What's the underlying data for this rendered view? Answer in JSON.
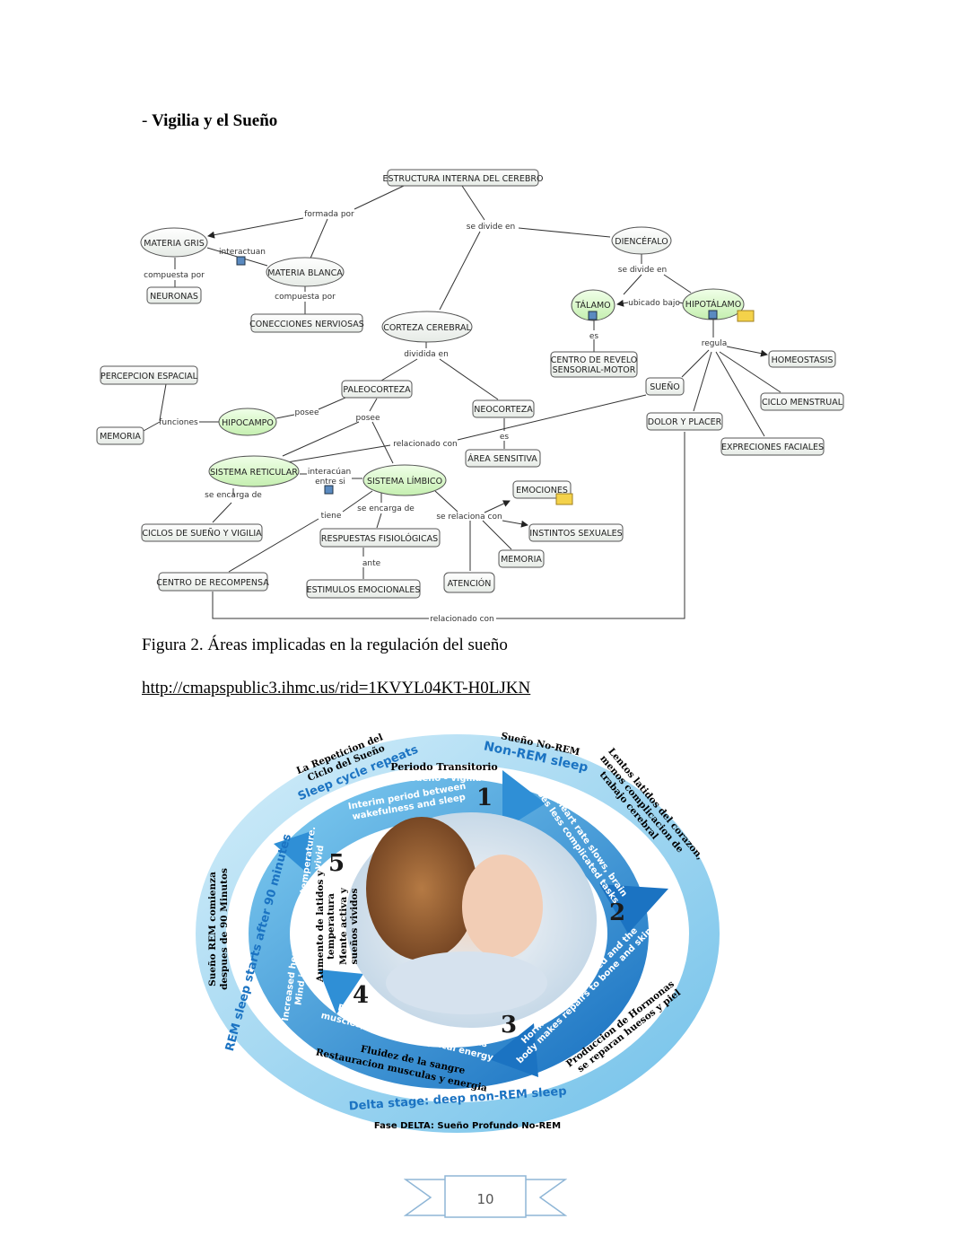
{
  "heading": {
    "dash": "- ",
    "title": "Vigilia y el Sueño"
  },
  "concept_map": {
    "nodes": {
      "estructura": "ESTRUCTURA INTERNA DEL CEREBRO",
      "materia_gris": "MATERIA GRIS",
      "neuronas": "NEURONAS",
      "materia_blanca": "MATERIA BLANCA",
      "conecciones": "CONECCIONES NERVIOSAS",
      "corteza": "CORTEZA CEREBRAL",
      "diencefalo": "DIENCÉFALO",
      "talamo": "TÁLAMO",
      "hipotalamo": "HIPOTÁLAMO",
      "centro_revelo_1": "CENTRO DE REVELO",
      "centro_revelo_2": "SENSORIAL-MOTOR",
      "homeostasis": "HOMEOSTASIS",
      "percepcion": "PERCEPCION ESPACIAL",
      "paleocorteza": "PALEOCORTEZA",
      "neocorteza": "NEOCORTEZA",
      "sueno": "SUEÑO",
      "ciclo_menstrual": "CICLO MENSTRUAL",
      "memoria_left": "MEMORIA",
      "hipocampo": "HIPOCAMPO",
      "dolor": "DOLOR Y PLACER",
      "expreciones": "EXPRECIONES FACIALES",
      "area_sensitiva": "ÁREA SENSITIVA",
      "sistema_reticular": "SISTEMA RETICULAR",
      "sistema_limbico": "SISTEMA LÍMBICO",
      "emociones": "EMOCIONES",
      "ciclos_sueno": "CICLOS DE SUEÑO Y VIGILIA",
      "respuestas": "RESPUESTAS FISIOLÓGICAS",
      "instintos": "INSTINTOS SEXUALES",
      "memoria_right": "MEMORIA",
      "centro_recompensa": "CENTRO DE RECOMPENSA",
      "estimulos": "ESTIMULOS EMOCIONALES",
      "atencion": "ATENCIÓN"
    },
    "links": {
      "formada_por": "formada por",
      "se_divide_en": "se divide en",
      "interactuan": "interactuan",
      "compuesta_por_1": "compuesta por",
      "compuesta_por_2": "compuesta por",
      "se_divide_en_2": "se divide en",
      "ubicado_bajo": "ubicado bajo",
      "es_1": "es",
      "regula": "regula",
      "dividida_en": "dividida en",
      "posee_1": "posee",
      "posee_2": "posee",
      "funciones": "funciones",
      "relacionado_con_1": "relacionado con",
      "es_2": "es",
      "interacuan_1": "interacúan",
      "interacuan_2": "entre si",
      "se_encarga_de_1": "se encarga de",
      "se_encarga_de_2": "se encarga de",
      "tiene": "tiene",
      "se_relaciona_con": "se relaciona con",
      "ante": "ante",
      "relacionado_con_2": "relacionado con"
    }
  },
  "caption": "Figura 2. Áreas implicadas en la regulación del sueño",
  "link": "http://cmapspublic3.ihmc.us/rid=1KVYL04KT-H0LJKN",
  "sleep_cycle": {
    "top_left_es_1": "La Repeticion del",
    "top_left_es_2": "Ciclo del Sueño",
    "top_left_en": "Sleep cycle repeats",
    "transitorio_1": "Periodo Transitorio",
    "transitorio_2": "sueño - vigilia",
    "stage1_en_1": "Interim period between",
    "stage1_en_2": "wakefulness and sleep",
    "nonrem_es": "Sueño No-REM",
    "nonrem_en": "Non-REM sleep",
    "right_es_1": "Lentos latidos del corazon,",
    "right_es_2": "menos complicacion de",
    "right_es_3": "trabajo cerebral",
    "stage2_en_1": "Heart rate slows, brain",
    "stage2_en_2": "does less complicated tasks",
    "stage3_en_1": "Hormones are released and the",
    "stage3_en_2": "body makes repairs to bone and skin",
    "hormonas_es_1": "Produccion de Hormonas",
    "hormonas_es_2": "se reparan huesos y piel",
    "delta_en": "Delta stage: deep non-REM sleep",
    "delta_es": "Fase DELTA: Sueño Profundo  No-REM",
    "stage4_en_1": "Blood flow is directed towards",
    "stage4_en_2": "muscles, restoring physical energy",
    "stage4_es_1": "Fluidez de la sangre",
    "stage4_es_2": "Restauracion musculas y energia",
    "rem_es_1": "Sueño REM comienza",
    "rem_es_2": "despues de 90 Minutos",
    "rem_en": "REM sleep starts after 90 minutes",
    "stage5_en_1": "Increased heart rate and temperature.",
    "stage5_en_2": "Mind is active, dreams are vivid",
    "stage5_es_1": "Aumento de latidos y",
    "stage5_es_2": "temperatura",
    "stage5_es_3": "Mente activa y",
    "stage5_es_4": "sueños vividos",
    "num1": "1",
    "num2": "2",
    "num3": "3",
    "num4": "4",
    "num5": "5"
  },
  "page_number": "10",
  "colors": {
    "green_node": "#d8f5c8",
    "grey_node": "#f4f6f4",
    "blue_dark": "#1e7fc8",
    "blue_light": "#9fd3f0"
  }
}
